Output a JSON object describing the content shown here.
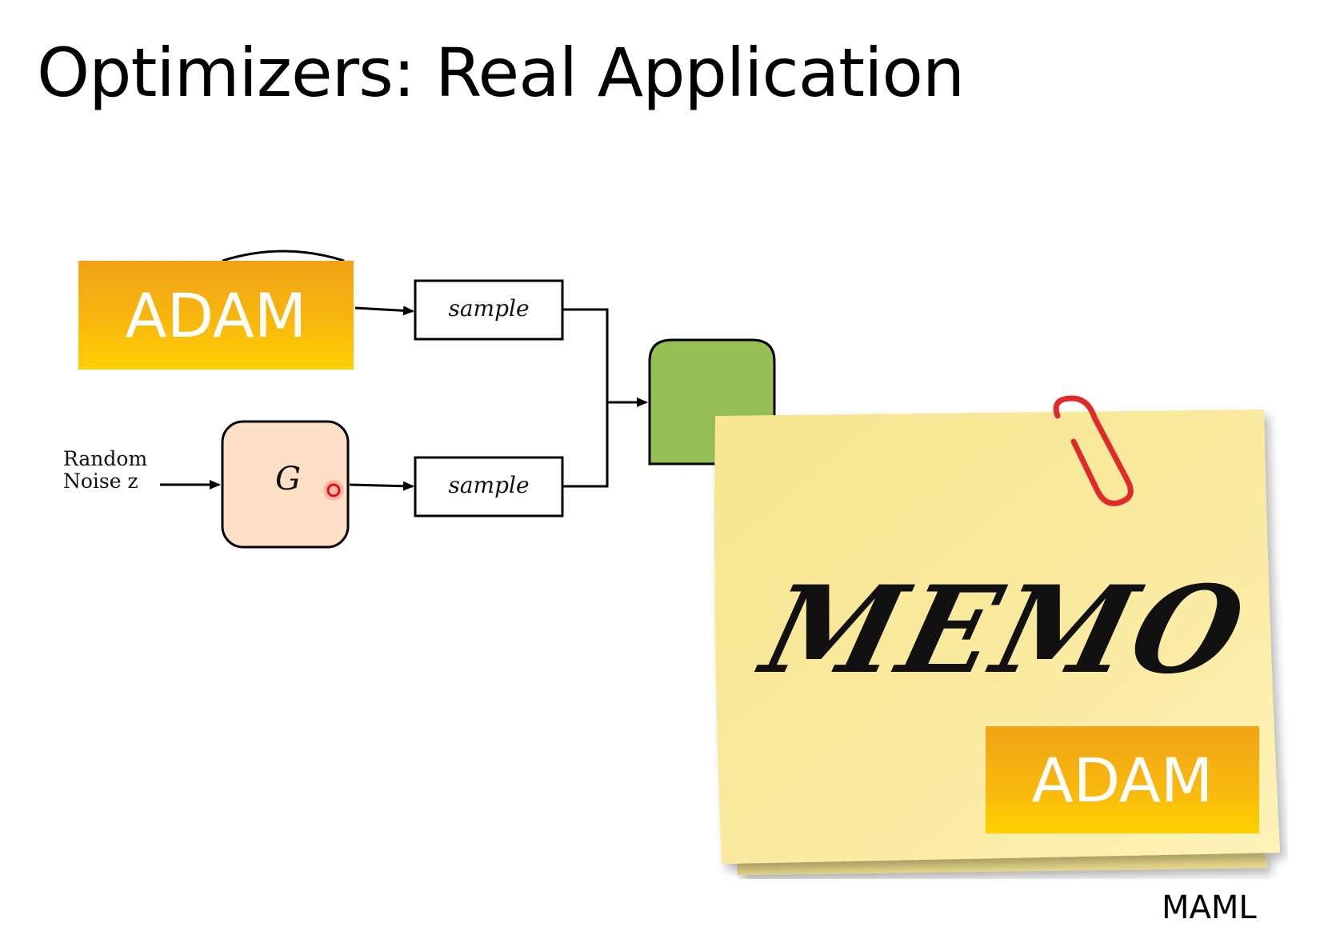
{
  "slide": {
    "title": "Optimizers: Real Application",
    "caption": "MAML"
  },
  "diagram": {
    "badge_top": "ADAM",
    "sample_top": "sample",
    "sample_bottom": "sample",
    "noise_label_line1": "Random",
    "noise_label_line2": "Noise z",
    "generator_label": "G"
  },
  "memo": {
    "word": "MEMO",
    "badge": "ADAM"
  },
  "colors": {
    "badge_gradient_top": "#f0a317",
    "badge_gradient_bottom": "#ffd000",
    "generator_fill": "#fde0c6",
    "discriminator_fill": "#96bf55",
    "sticky_note": "#f8ea9c",
    "paperclip": "#e02a2a"
  }
}
